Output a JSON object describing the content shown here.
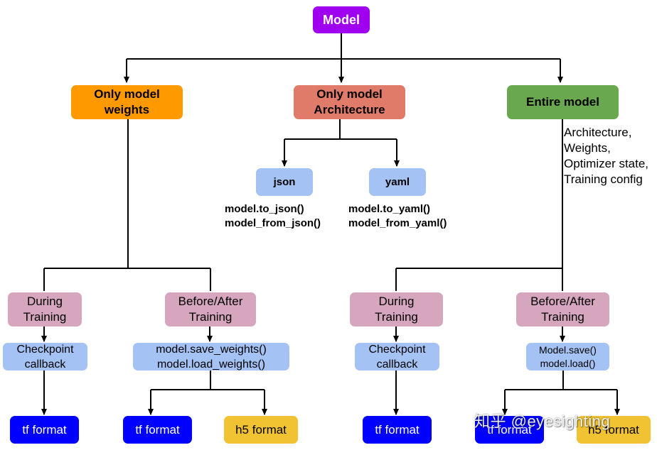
{
  "nodes": {
    "model": "Model",
    "weights_only": "Only model\nweights",
    "arch_only": "Only model\nArchitecture",
    "entire": "Entire model",
    "json": "json",
    "yaml": "yaml",
    "during_left": "During\nTraining",
    "before_after_left": "Before/After\nTraining",
    "during_right": "During\nTraining",
    "before_after_right": "Before/After\nTraining",
    "ckpt_left": "Checkpoint\ncallback",
    "save_weights": "model.save_weights()\nmodel.load_weights()",
    "ckpt_right": "Checkpoint\ncallback",
    "model_save": "Model.save()\nmodel.load()",
    "tf1": "tf format",
    "tf2": "tf format",
    "h5_1": "h5 format",
    "tf3": "tf format",
    "tf4": "tf format",
    "h5_2": "h5 format"
  },
  "labels": {
    "json_methods": "model.to_json()\nmodel_from_json()",
    "yaml_methods": "model.to_yaml()\nmodel_from_yaml()",
    "entire_contents": "Architecture,\nWeights,\nOptimizer state,\nTraining config"
  },
  "watermark": "知乎 @eyesighting",
  "colors": {
    "purple": "#a000f0",
    "orange": "#ff9900",
    "salmon": "#e07b6a",
    "green": "#6aa84f",
    "light_blue": "#a4c2f4",
    "pink": "#d5a6bd",
    "blue": "#0000ff",
    "yellow": "#f1c232",
    "line": "#000000"
  }
}
